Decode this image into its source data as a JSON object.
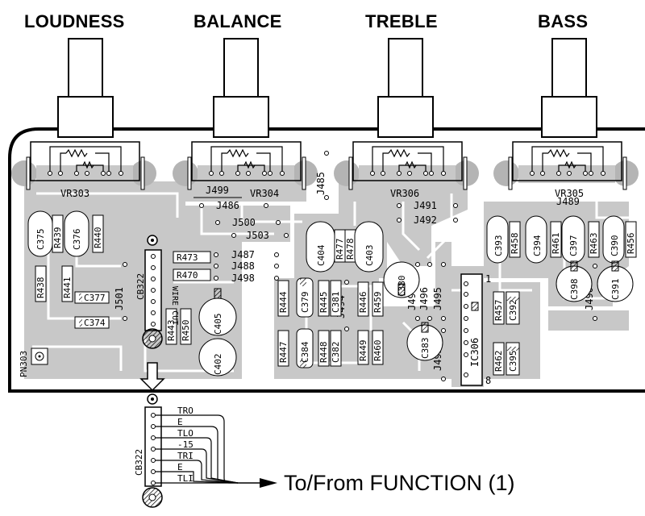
{
  "headings": {
    "loudness": "LOUDNESS",
    "balance": "BALANCE",
    "treble": "TREBLE",
    "bass": "BASS"
  },
  "pots": [
    "VR303",
    "VR304",
    "VR306",
    "VR305"
  ],
  "jumpers": [
    "J499",
    "J486",
    "J485",
    "J491",
    "J492",
    "J489",
    "J500",
    "J503",
    "J487",
    "J488",
    "J498",
    "J501",
    "J497",
    "J496",
    "J495",
    "J494",
    "J490",
    "J493"
  ],
  "resistors": [
    "R439",
    "R440",
    "R438",
    "R441",
    "R473",
    "R470",
    "R443",
    "R450",
    "R477",
    "R478",
    "R444",
    "R445",
    "R446",
    "R459",
    "R447",
    "R448",
    "R449",
    "R460",
    "R458",
    "R461",
    "R463",
    "R456",
    "R457",
    "R462"
  ],
  "capacitors": [
    "C375",
    "C376",
    "C377",
    "C374",
    "C405",
    "C402",
    "C404",
    "C403",
    "C379",
    "C381",
    "C380",
    "C384",
    "C382",
    "C383",
    "C393",
    "C394",
    "C397",
    "C390",
    "C398",
    "C391",
    "C392",
    "C395"
  ],
  "ic": {
    "name": "IC306",
    "pin1": "1",
    "pin8": "8"
  },
  "connector_board": {
    "ref": "CB322",
    "note": "WIRE CUT"
  },
  "pn": "PN303",
  "cable": {
    "ref": "CB322",
    "signals": [
      "TRO",
      "E",
      "TLO",
      "-15",
      "TRI",
      "E",
      "TLI"
    ],
    "destination": "To/From FUNCTION (1)"
  },
  "colors": {
    "board": "#c8c8c8",
    "trace": "#ffffff",
    "ink": "#000000"
  }
}
